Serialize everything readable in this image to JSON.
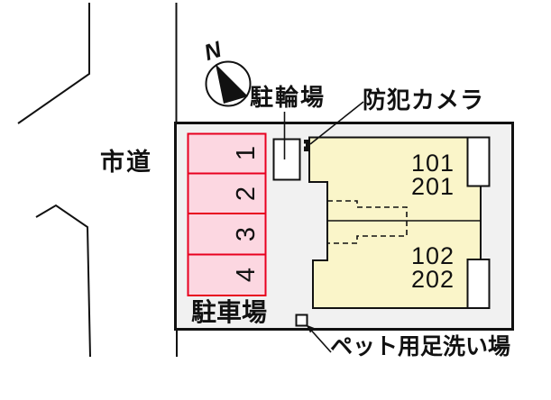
{
  "compass": {
    "north_label": "N"
  },
  "road": {
    "label": "市道"
  },
  "site": {
    "bicycle_parking_label": "駐輪場",
    "security_camera_label": "防犯カメラ",
    "parking_lot_label": "駐車場",
    "pet_wash_label": "ペット用足洗い場"
  },
  "parking": {
    "spaces": [
      "1",
      "2",
      "3",
      "4"
    ]
  },
  "building": {
    "units": [
      {
        "line1": "101",
        "line2": "201"
      },
      {
        "line1": "102",
        "line2": "202"
      }
    ]
  },
  "colors": {
    "line": "#111111",
    "site_fill": "#f1f1f1",
    "parking_fill": "#fcd7e1",
    "parking_border": "#e8001f",
    "building_fill": "#faf5c9"
  }
}
